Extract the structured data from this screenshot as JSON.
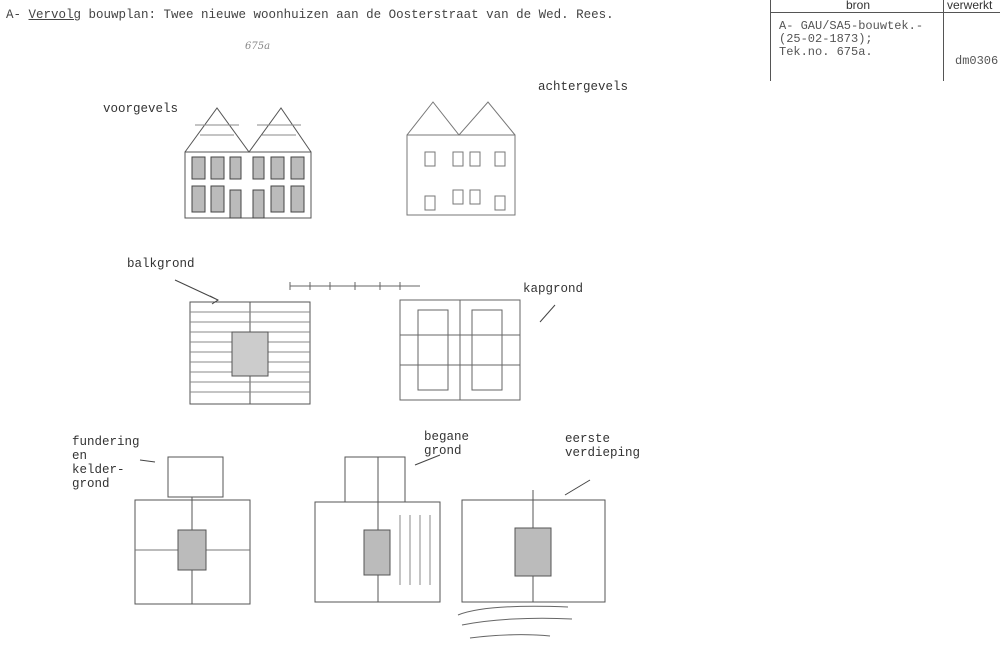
{
  "header": {
    "prefix": "A- ",
    "underlined": "Vervolg",
    "rest": " bouwplan: Twee nieuwe woonhuizen aan de Oosterstraat van de Wed. Rees."
  },
  "source_table": {
    "col_source": "bron",
    "col_processed": "verwerkt",
    "source_text": "A- GAU/SA5-bouwtek.-\n(25-02-1873);\nTek.no. 675a.",
    "processed_text": "dm0306"
  },
  "drawing_labels": {
    "front": "voorgevels",
    "back": "achtergevels",
    "beams": "balkgrond",
    "roof": "kapgrond",
    "foundation": "fundering\nen\nkelder-\ngrond",
    "ground": "begane\ngrond",
    "first": "eerste\nverdieping"
  },
  "handwritten": {
    "number": "675a"
  }
}
